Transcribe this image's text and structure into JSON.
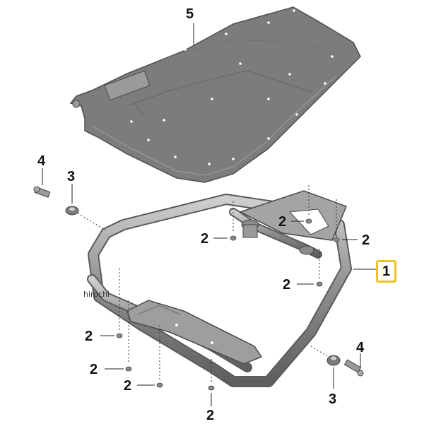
{
  "callouts": [
    {
      "id": "c5",
      "label": "5"
    },
    {
      "id": "c4a",
      "label": "4"
    },
    {
      "id": "c3a",
      "label": "3"
    },
    {
      "id": "c2a",
      "label": "2"
    },
    {
      "id": "c2b",
      "label": "2"
    },
    {
      "id": "c2c",
      "label": "2"
    },
    {
      "id": "c1",
      "label": "1",
      "highlighted": true
    },
    {
      "id": "c2d",
      "label": "2"
    },
    {
      "id": "c2e",
      "label": "2"
    },
    {
      "id": "c2f",
      "label": "2"
    },
    {
      "id": "c2g",
      "label": "2"
    },
    {
      "id": "c4b",
      "label": "4"
    },
    {
      "id": "c3b",
      "label": "3"
    },
    {
      "id": "c2h",
      "label": "2"
    }
  ],
  "watermark": "hirochi",
  "colors": {
    "plate_fill": "#7d7d7d",
    "plate_edge": "#5a5a5a",
    "tube_dark": "#6f6f6f",
    "tube_light": "#bdbdbd",
    "highlight": "#f0c419"
  }
}
